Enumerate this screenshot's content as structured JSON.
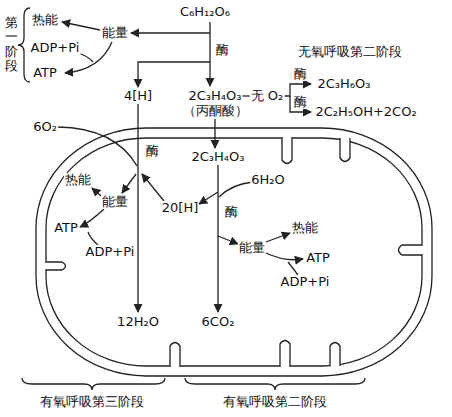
{
  "diagram": {
    "labels": [
      "C₆H₁₂O₆",
      "第一阶段",
      "热能",
      "能量",
      "ADP+Pi",
      "ATP",
      "酶",
      "无氧呼吸第二阶段",
      "酶",
      "2C₃H₆O₃",
      "4[H]",
      "2C₃H₄O₃",
      "无 O₂",
      "酶",
      "（丙酮酸）",
      "2C₂H₅OH+2CO₂",
      "6O₂",
      "酶",
      "2C₃H₄O₃",
      "热能",
      "6H₂O",
      "能量",
      "20[H]",
      "酶",
      "ATP",
      "热能",
      "能量",
      "ADP+Pi",
      "ATP",
      "ADP+Pi",
      "12H₂O",
      "6CO₂",
      "有氧呼吸第三阶段",
      "有氧呼吸第二阶段"
    ]
  }
}
